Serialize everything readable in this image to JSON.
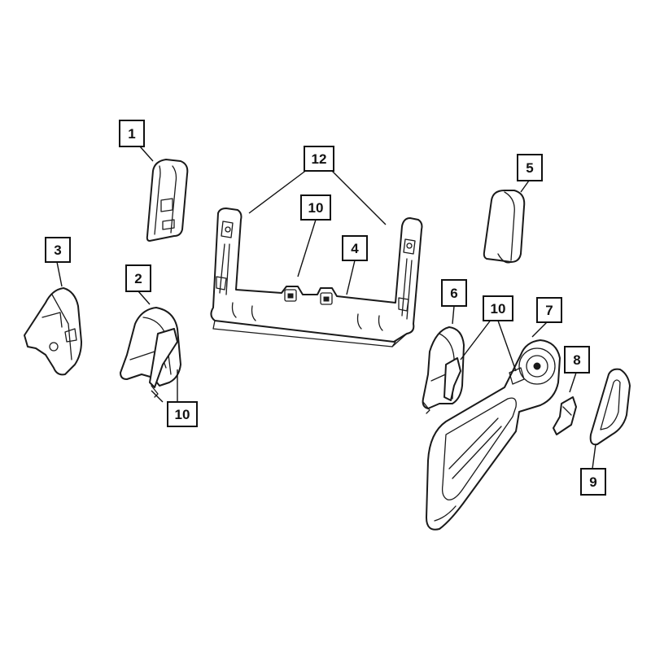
{
  "callouts": {
    "c1": "1",
    "c2": "2",
    "c3": "3",
    "c4": "4",
    "c5": "5",
    "c6": "6",
    "c7": "7",
    "c8": "8",
    "c9": "9",
    "c10_center": "10",
    "c10_left": "10",
    "c10_right": "10",
    "c12": "12"
  }
}
